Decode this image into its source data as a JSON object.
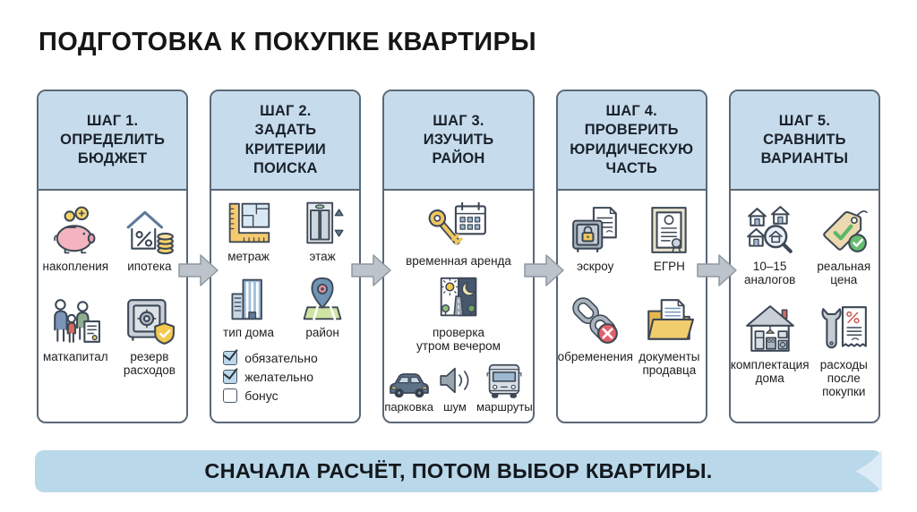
{
  "title": "ПОДГОТОВКА К ПОКУПКЕ КВАРТИРЫ",
  "banner": {
    "text": "СНАЧАЛА РАСЧЁТ, ПОТОМ ВЫБОР КВАРТИРЫ."
  },
  "colors": {
    "header_bg": "#c6dcec",
    "banner_bg": "#b9d8ea",
    "card_border": "#5a6876",
    "arrow_fill": "#bcc3ca",
    "arrow_stroke": "#8d98a2"
  },
  "steps": [
    {
      "header": "ШАГ 1.\nОПРЕДЕЛИТЬ\nБЮДЖЕТ",
      "items": [
        {
          "label": "накопления",
          "icon": "piggy-bank-icon"
        },
        {
          "label": "ипотека",
          "icon": "mortgage-house-icon"
        },
        {
          "label": "маткапитал",
          "icon": "family-certificate-icon"
        },
        {
          "label": "резерв\nрасходов",
          "icon": "safe-shield-icon"
        }
      ]
    },
    {
      "header": "ШАГ 2.\nЗАДАТЬ\nКРИТЕРИИ\nПОИСКА",
      "items": [
        {
          "label": "метраж",
          "icon": "ruler-floorplan-icon"
        },
        {
          "label": "этаж",
          "icon": "elevator-icon"
        },
        {
          "label": "тип дома",
          "icon": "building-icon"
        },
        {
          "label": "район",
          "icon": "map-pin-icon"
        }
      ],
      "checkboxes": [
        {
          "label": "обязательно",
          "checked": true
        },
        {
          "label": "желательно",
          "checked": true
        },
        {
          "label": "бонус",
          "checked": false
        }
      ]
    },
    {
      "header": "ШАГ 3.\nИЗУЧИТЬ\nРАЙОН",
      "items": [
        {
          "label": "временная аренда",
          "icon": "key-calendar-icon"
        },
        {
          "label": "проверка\nутром вечером",
          "icon": "day-night-road-icon"
        },
        {
          "label": "парковка",
          "icon": "car-icon"
        },
        {
          "label": "шум",
          "icon": "speaker-icon"
        },
        {
          "label": "маршруты",
          "icon": "bus-icon"
        }
      ]
    },
    {
      "header": "ШАГ 4.\nПРОВЕРИТЬ\nЮРИДИЧЕСКУЮ\nЧАСТЬ",
      "items": [
        {
          "label": "эскроу",
          "icon": "escrow-safe-document-icon"
        },
        {
          "label": "ЕГРН",
          "icon": "certificate-seal-icon"
        },
        {
          "label": "обременения",
          "icon": "chain-cross-icon"
        },
        {
          "label": "документы\nпродавца",
          "icon": "folder-documents-icon"
        }
      ]
    },
    {
      "header": "ШАГ 5.\nСРАВНИТЬ\nВАРИАНТЫ",
      "items": [
        {
          "label": "10–15\nаналогов",
          "icon": "houses-magnifier-icon"
        },
        {
          "label": "реальная\nцена",
          "icon": "price-tag-check-icon"
        },
        {
          "label": "комплектация\nдома",
          "icon": "house-appliances-icon"
        },
        {
          "label": "расходы\nпосле\nпокупки",
          "icon": "wrench-receipt-icon"
        }
      ]
    }
  ]
}
